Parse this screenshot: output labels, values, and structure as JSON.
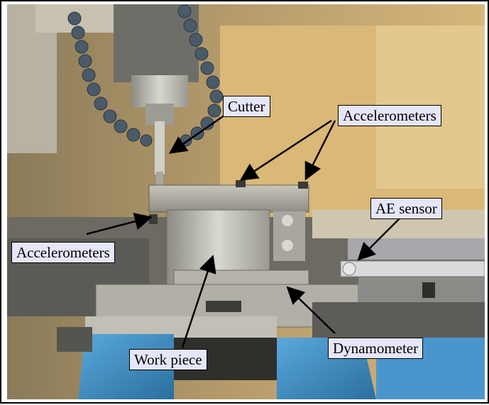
{
  "labels": {
    "cutter": "Cutter",
    "accelerometers_top": "Accelerometers",
    "ae_sensor": "AE sensor",
    "accelerometers_left": "Accelerometers",
    "dynamometer": "Dynamometer",
    "work_piece": "Work piece"
  },
  "colors": {
    "label_background": "#e6e6fa",
    "arrow": "#000000",
    "vise_blue": "#3a8cc4",
    "bench_tan": "#c9a262"
  }
}
